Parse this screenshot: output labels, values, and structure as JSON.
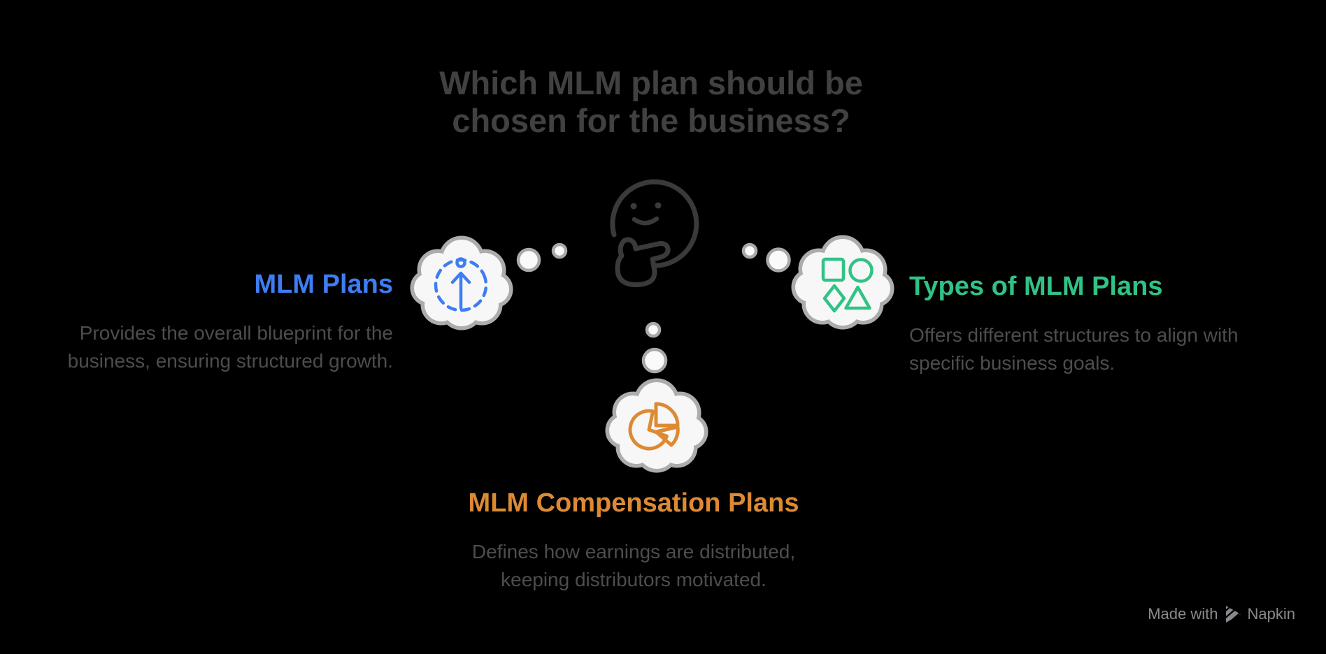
{
  "title": {
    "line1": "Which MLM plan should be",
    "line2": "chosen for the business?"
  },
  "center": {
    "icon": "thinking-face-icon"
  },
  "nodes": {
    "left": {
      "label": "MLM Plans",
      "desc_line1": "Provides the overall blueprint for the",
      "desc_line2": "business, ensuring structured growth.",
      "icon": "person-growth-arrow-icon",
      "accent": "#3E7DF2"
    },
    "right": {
      "label": "Types of MLM Plans",
      "desc_line1": "Offers different structures to align with",
      "desc_line2": "specific business goals.",
      "icon": "assorted-shapes-icon",
      "accent": "#31C285"
    },
    "bottom": {
      "label": "MLM Compensation Plans",
      "desc_line1": "Defines how earnings are distributed,",
      "desc_line2": "keeping distributors motivated.",
      "icon": "pie-chart-icon",
      "accent": "#DD8A33"
    }
  },
  "credit": {
    "made_with": "Made with",
    "brand": "Napkin"
  },
  "colors": {
    "background": "#000000",
    "title_text": "#414141",
    "body_text": "#4D4D4D",
    "accent_blue": "#3E7DF2",
    "accent_green": "#31C285",
    "accent_orange": "#DD8A33",
    "cloud_fill": "#F7F7F7",
    "cloud_border": "#ACACAC",
    "dot_fill": "#FAFAFA",
    "dot_border": "#A9A9A9",
    "face_stroke": "#3A3A3A",
    "credit_text": "#8A8A8E"
  }
}
